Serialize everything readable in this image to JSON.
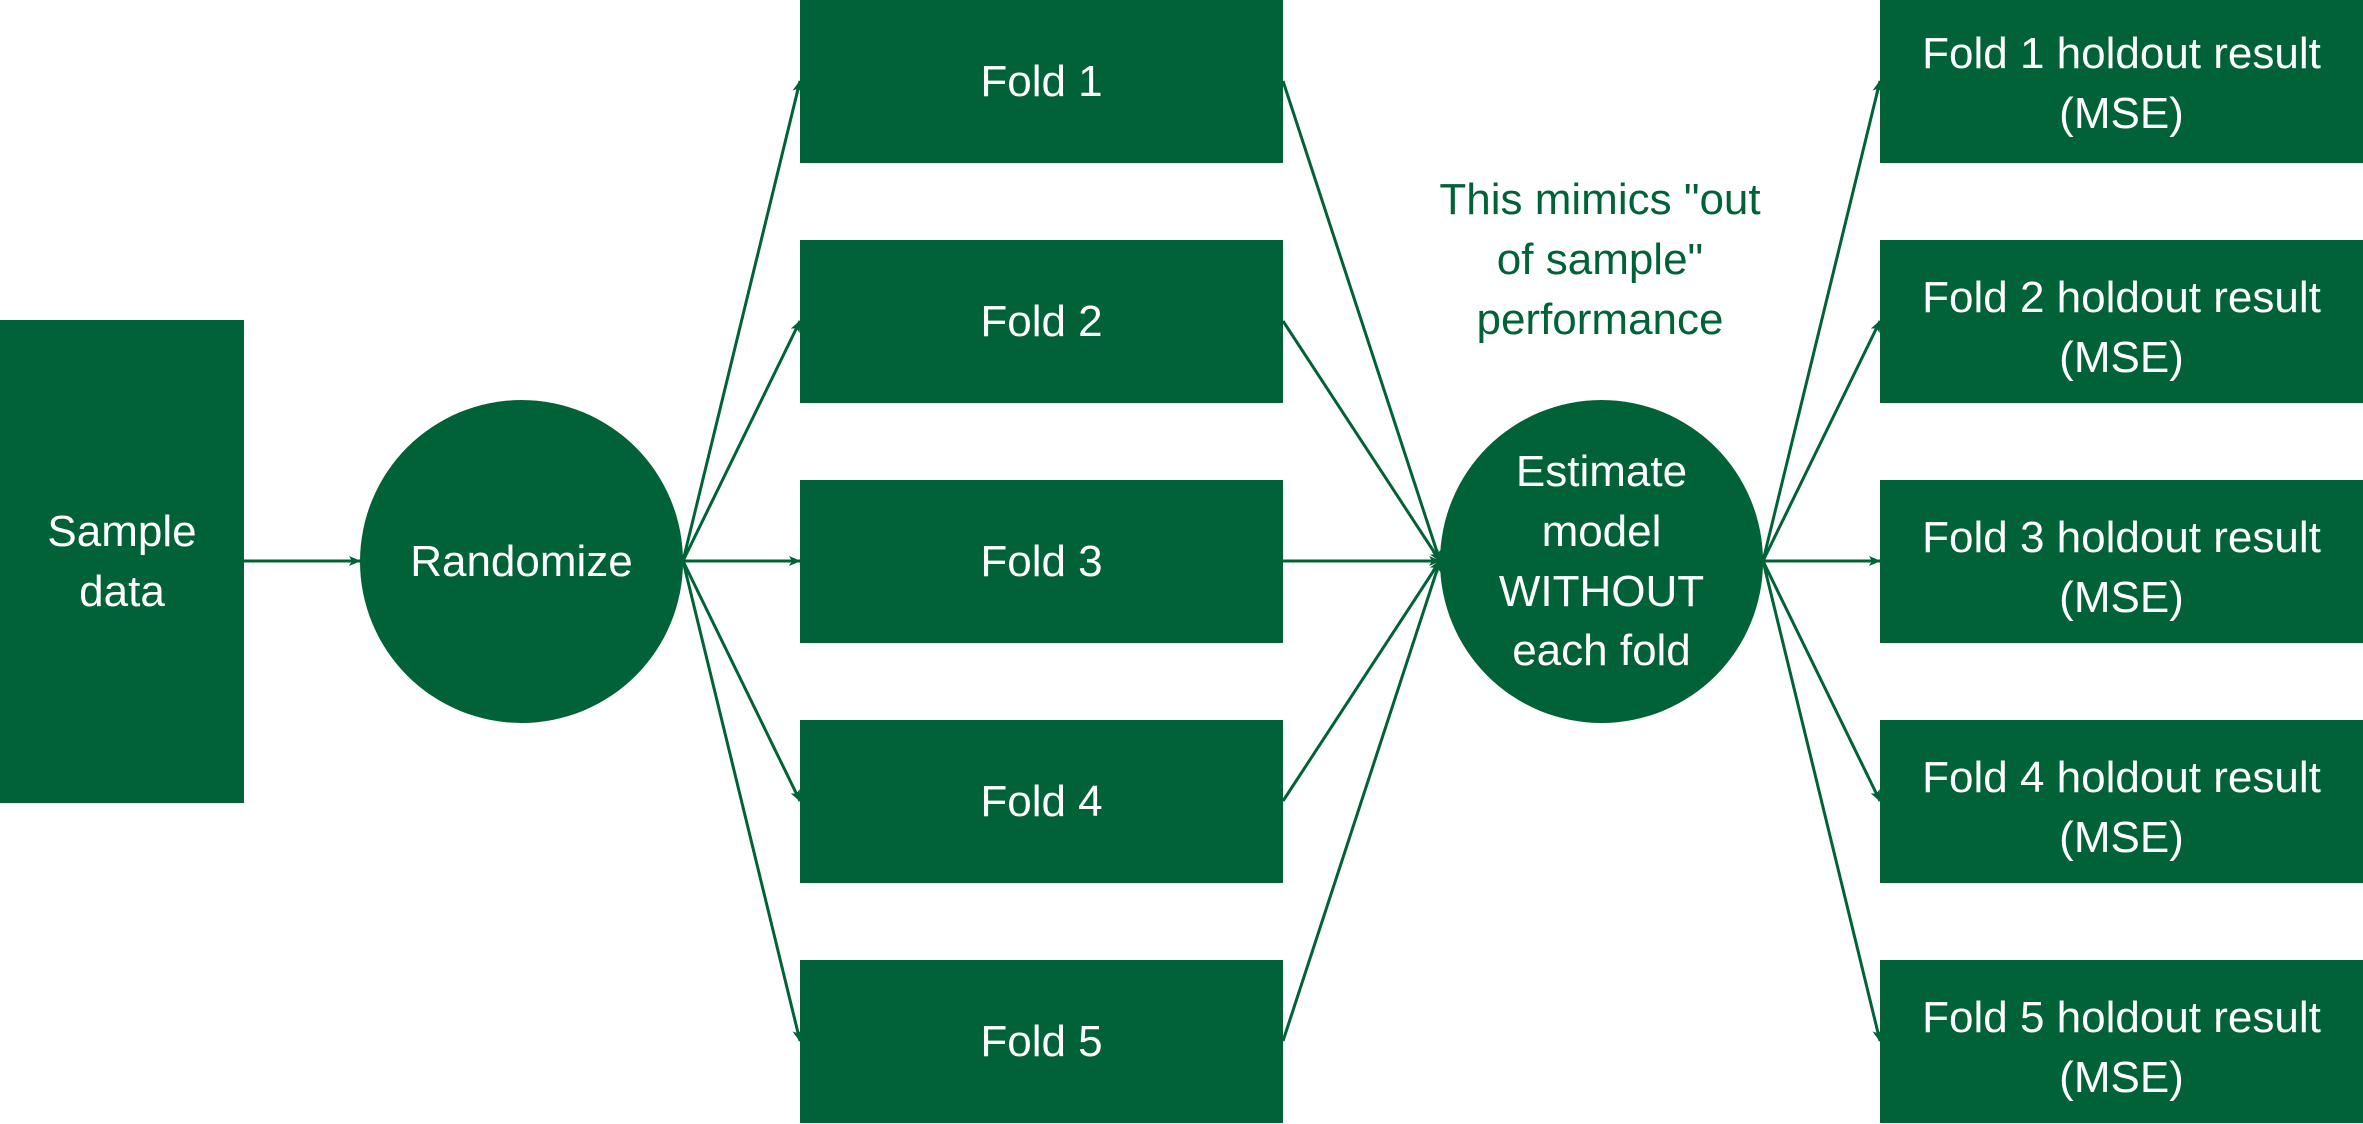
{
  "colors": {
    "fill": "#006236",
    "text_on_fill": "#ffffff",
    "annotation_text": "#006236",
    "edge": "#006236"
  },
  "nodes": {
    "sample": "Sample\ndata",
    "randomize": "Randomize",
    "folds": [
      "Fold 1",
      "Fold 2",
      "Fold 3",
      "Fold 4",
      "Fold 5"
    ],
    "estimate": "Estimate\nmodel\nWITHOUT\neach fold",
    "results": [
      "Fold 1 holdout result\n(MSE)",
      "Fold 2 holdout result\n(MSE)",
      "Fold 3 holdout result\n(MSE)",
      "Fold 4 holdout result\n(MSE)",
      "Fold 5 holdout result\n(MSE)"
    ]
  },
  "annotation": "This mimics \"out\nof sample\"\nperformance",
  "edges": [
    {
      "from": "sample",
      "to": "randomize"
    },
    {
      "from": "randomize",
      "to": "fold-1"
    },
    {
      "from": "randomize",
      "to": "fold-2"
    },
    {
      "from": "randomize",
      "to": "fold-3"
    },
    {
      "from": "randomize",
      "to": "fold-4"
    },
    {
      "from": "randomize",
      "to": "fold-5"
    },
    {
      "from": "fold-1",
      "to": "estimate"
    },
    {
      "from": "fold-2",
      "to": "estimate"
    },
    {
      "from": "fold-3",
      "to": "estimate"
    },
    {
      "from": "fold-4",
      "to": "estimate"
    },
    {
      "from": "fold-5",
      "to": "estimate"
    },
    {
      "from": "estimate",
      "to": "result-1"
    },
    {
      "from": "estimate",
      "to": "result-2"
    },
    {
      "from": "estimate",
      "to": "result-3"
    },
    {
      "from": "estimate",
      "to": "result-4"
    },
    {
      "from": "estimate",
      "to": "result-5"
    }
  ]
}
